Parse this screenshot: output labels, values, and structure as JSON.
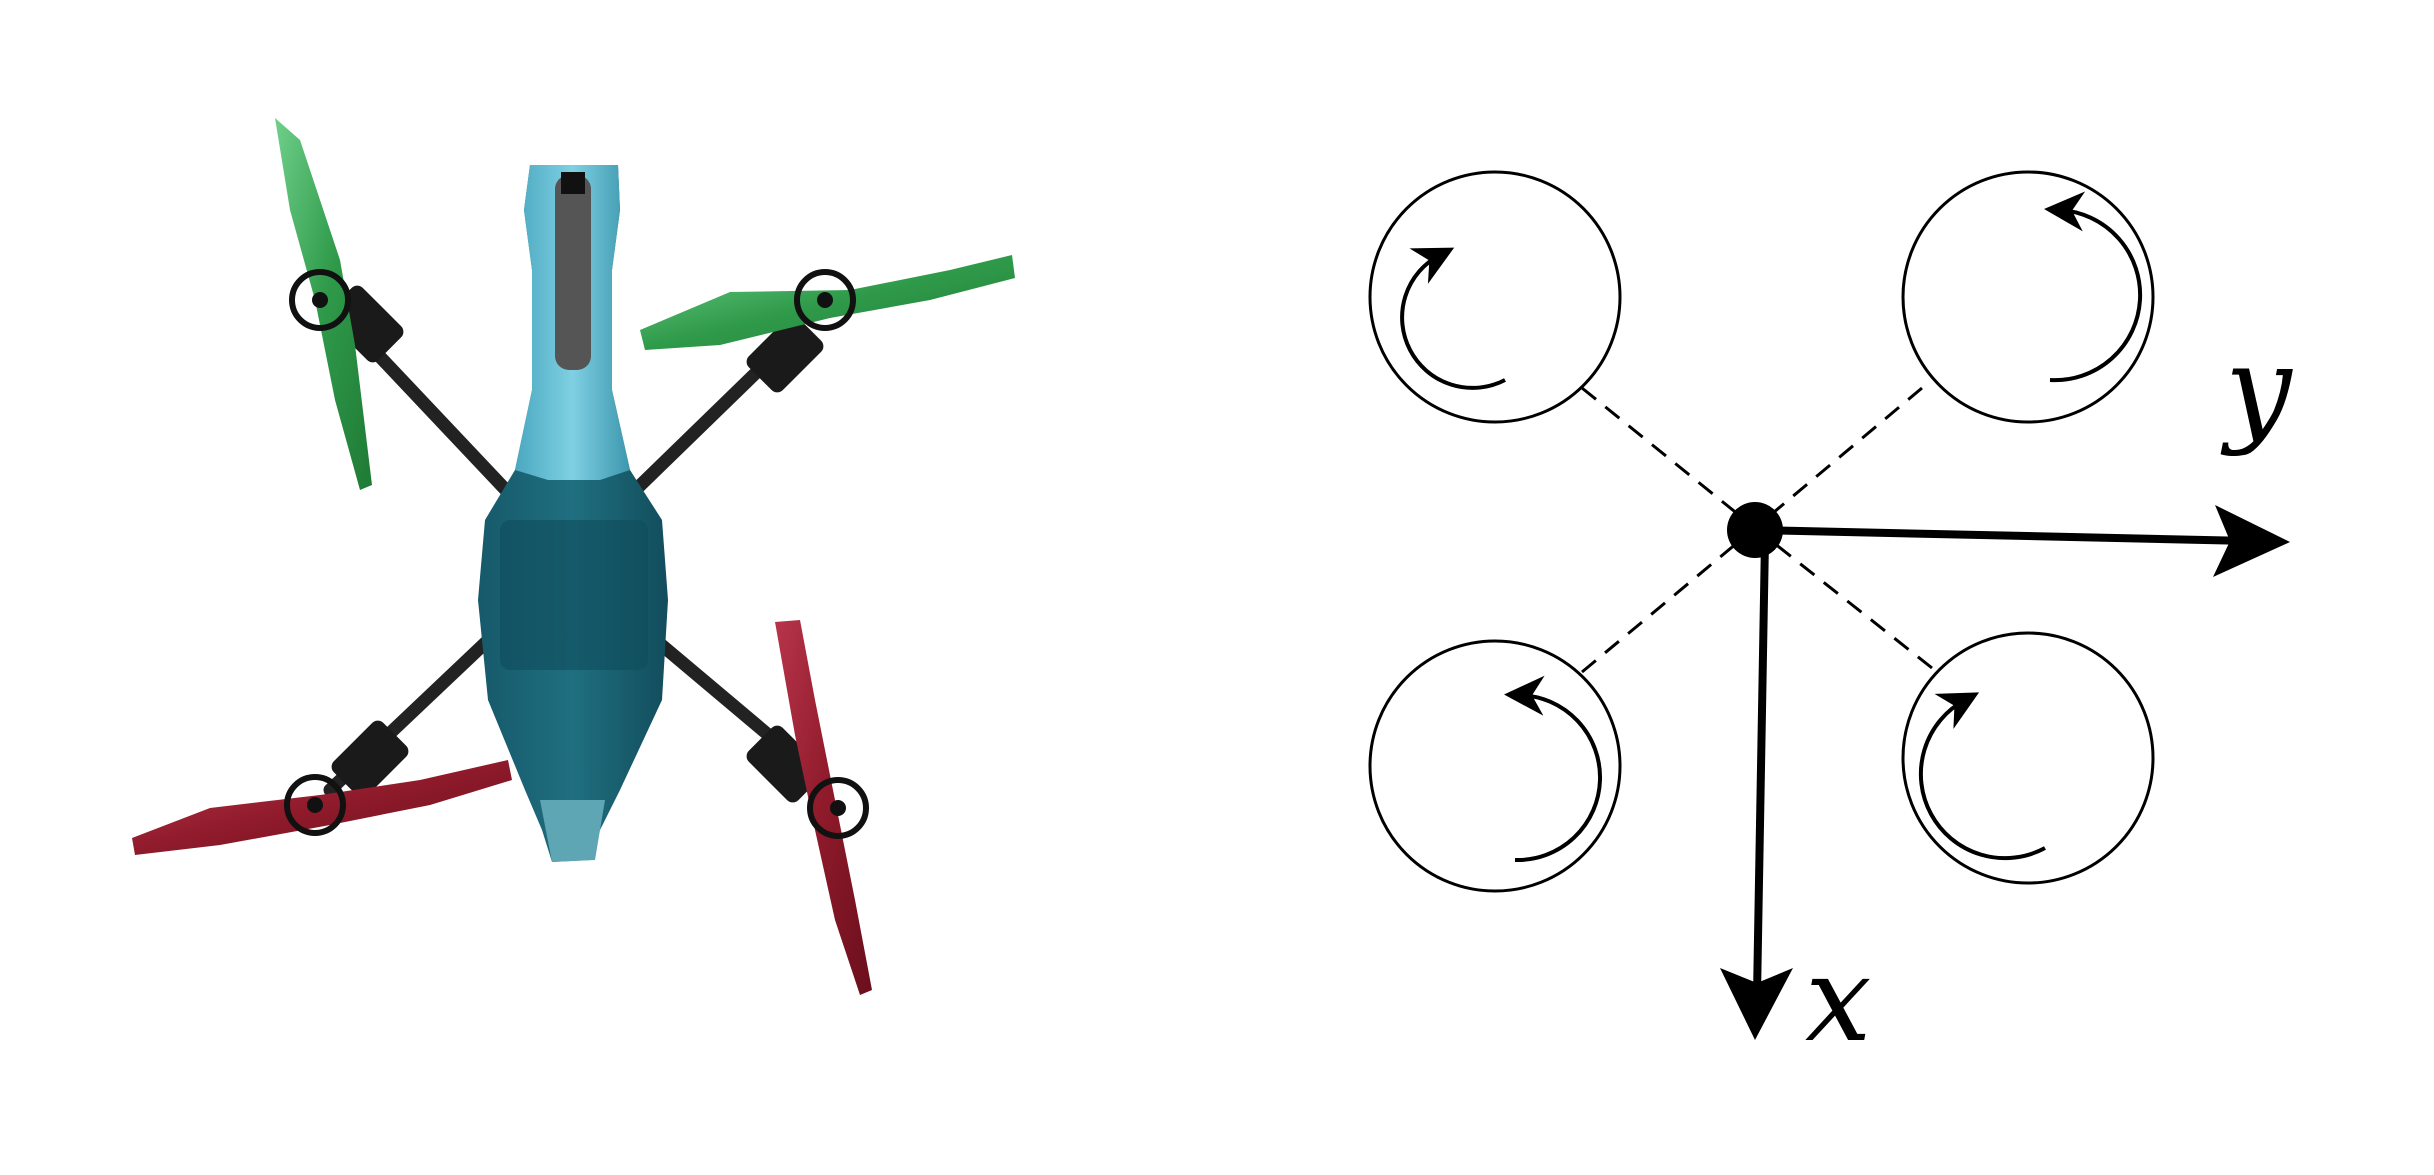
{
  "figure": {
    "left_panel": {
      "drone": {
        "body_color": "#1f6f80",
        "body_top_color": "#5fb8cd",
        "front_propeller_color": "#2f9a4a",
        "rear_propeller_color": "#8e1a2a",
        "arm_color": "#222222"
      }
    },
    "right_panel": {
      "rotors": [
        {
          "id": "front-left",
          "spin": "counter-clockwise"
        },
        {
          "id": "front-right",
          "spin": "clockwise"
        },
        {
          "id": "rear-left",
          "spin": "clockwise"
        },
        {
          "id": "rear-right",
          "spin": "counter-clockwise"
        }
      ],
      "axes": {
        "x_label": "x",
        "y_label": "y"
      },
      "line_color": "#000000"
    }
  }
}
